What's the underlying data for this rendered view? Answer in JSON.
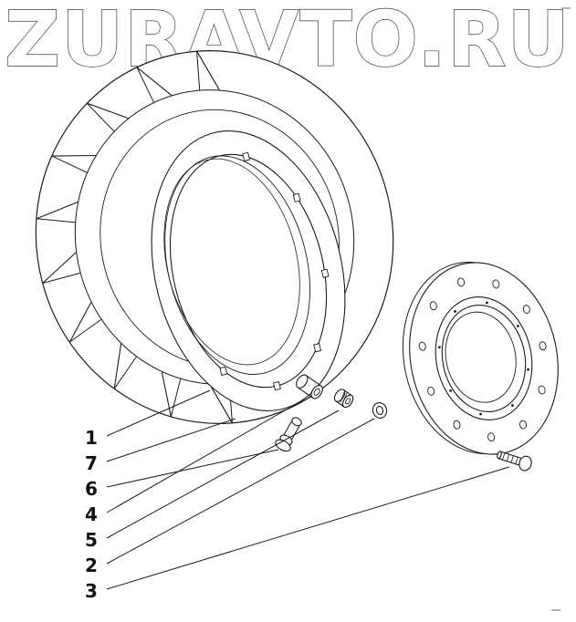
{
  "watermark": {
    "text": "ZURAVTO.RU"
  },
  "diagram": {
    "type": "exploded-parts-diagram",
    "subject": "tractor drive wheel assembly",
    "callouts": [
      {
        "num": "1",
        "part": "tire"
      },
      {
        "num": "7",
        "part": "wheel-rim"
      },
      {
        "num": "6",
        "part": "valve-stem"
      },
      {
        "num": "4",
        "part": "spacer"
      },
      {
        "num": "5",
        "part": "nut"
      },
      {
        "num": "2",
        "part": "washer"
      },
      {
        "num": "3",
        "part": "hub-bolt"
      }
    ],
    "colors": {
      "background": "#ffffff",
      "line": "#1c1c1c",
      "watermark_outline": "#3d3d3d",
      "watermark_fill": "#ffffff"
    }
  }
}
